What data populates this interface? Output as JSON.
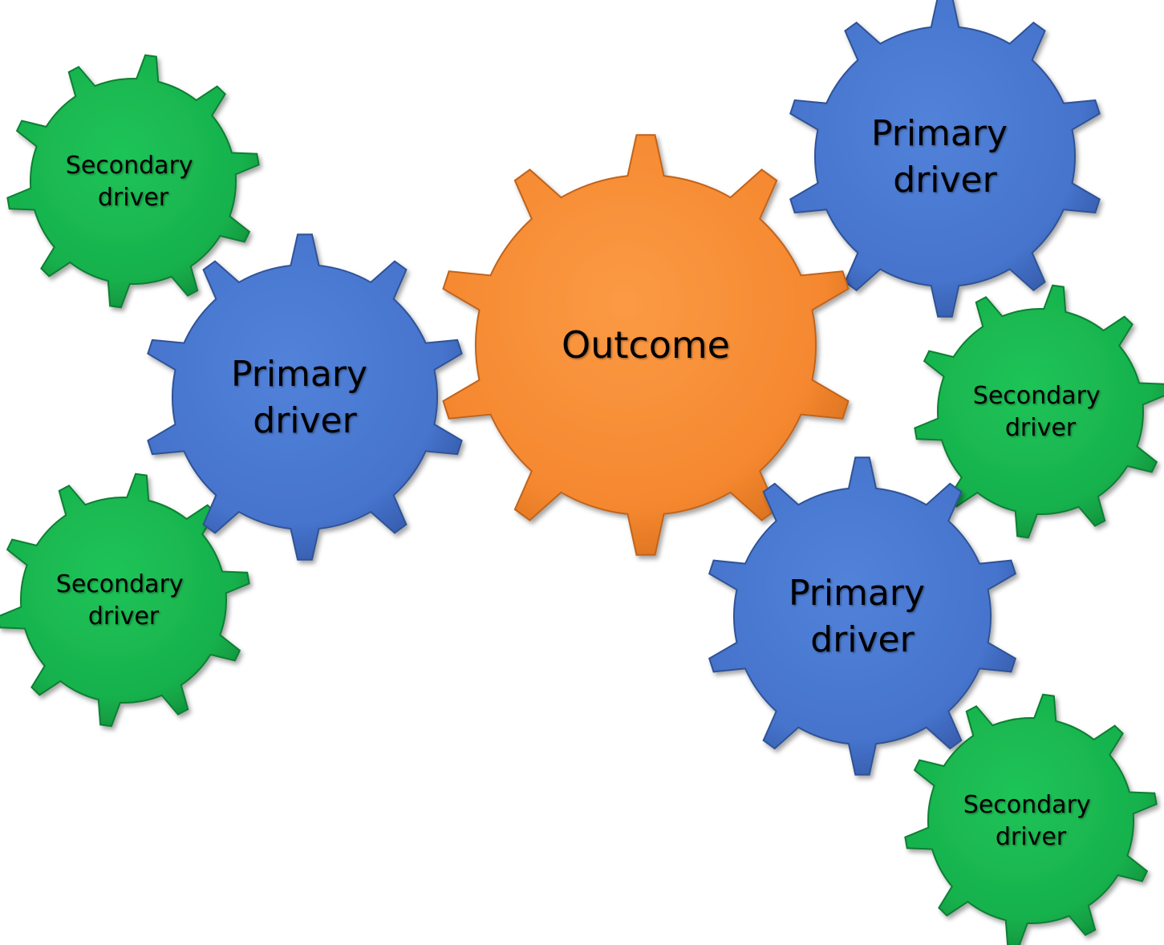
{
  "colors": {
    "outcome": "#F5882F",
    "primary": "#4674CD",
    "secondary": "#17B14D"
  },
  "gears": [
    {
      "id": "outcome",
      "role": "outcome",
      "lines": [
        "Outcome"
      ]
    },
    {
      "id": "primary-left",
      "role": "primary",
      "lines": [
        "Primary",
        "driver"
      ]
    },
    {
      "id": "primary-top-right",
      "role": "primary",
      "lines": [
        "Primary",
        "driver"
      ]
    },
    {
      "id": "primary-bottom-right",
      "role": "primary",
      "lines": [
        "Primary",
        "driver"
      ]
    },
    {
      "id": "secondary-top-left",
      "role": "secondary",
      "lines": [
        "Secondary",
        "driver"
      ]
    },
    {
      "id": "secondary-bottom-left",
      "role": "secondary",
      "lines": [
        "Secondary",
        "driver"
      ]
    },
    {
      "id": "secondary-mid-right",
      "role": "secondary",
      "lines": [
        "Secondary",
        "driver"
      ]
    },
    {
      "id": "secondary-bottom-right",
      "role": "secondary",
      "lines": [
        "Secondary",
        "driver"
      ]
    }
  ]
}
